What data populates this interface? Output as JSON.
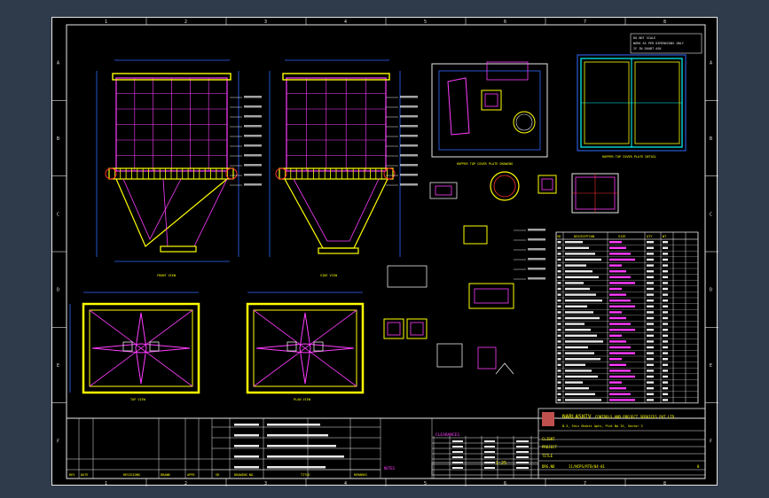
{
  "title_block": {
    "company": "NARLASHIV",
    "company_line2": "CONTROLS AND PROJECT SERVICES PVT LTD.",
    "address": "B-3, Shiv Shakti Apts, Plot No 31, Sector 3",
    "scale": "1:25",
    "drawing_no": "11/NCPS/RTB/04-01",
    "rev": "0",
    "client": "CLIENT",
    "project": "PROJECT",
    "title": "TITLE",
    "drg_no_label": "DRG.NO"
  },
  "revisions_header": [
    "REV",
    "DATE",
    "REVISIONS",
    "DRAWN",
    "APPD"
  ],
  "references_header": [
    "SR",
    "DRAWING NO.",
    "TITLE",
    "REMARKS"
  ],
  "notes_label": "NOTES",
  "clearances_label": "CLEARANCES",
  "do_not_scale": [
    "DO NOT SCALE",
    "WORK AS PER DIMENSIONS ONLY",
    "IF IN DOUBT ASK"
  ],
  "zone_numbers": [
    "1",
    "2",
    "3",
    "4",
    "5",
    "6",
    "7",
    "8"
  ],
  "zone_letters": [
    "A",
    "B",
    "C",
    "D",
    "E",
    "F"
  ],
  "view_titles": {
    "front": "FRONT VIEW",
    "side": "SIDE VIEW",
    "top1": "TOP VIEW",
    "top2": "PLAN VIEW",
    "cover": "HOPPER TOP COVER PLATE DRAWING",
    "detail": "HOPPER TOP COVER PLATE DETAIL"
  },
  "bom": {
    "headers": [
      "SR",
      "DESCRIPTION",
      "SIZE",
      "QTY",
      "WT"
    ],
    "rows": 28
  }
}
